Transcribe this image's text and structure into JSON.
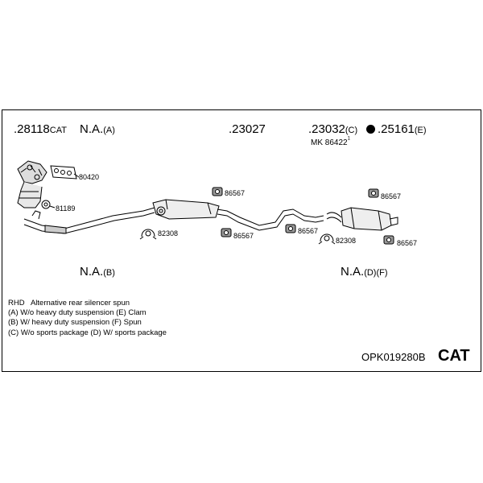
{
  "header": {
    "cat_part": ".28118",
    "cat_suffix": "CAT",
    "na_a": "N.A.",
    "na_a_suffix": "(A)",
    "part_23027": ".23027",
    "part_23032": ".23032",
    "part_23032_suffix": "(C)",
    "mk_label": "MK  86422",
    "mk_mark": "1",
    "part_25161": ".25161",
    "part_25161_suffix": "(E)"
  },
  "parts": {
    "p80420": "80420",
    "p81189": "81189",
    "p82308_left": "82308",
    "p86567_a": "86567",
    "p86567_b": "86567",
    "p86567_c": "86567",
    "p86567_d": "86567",
    "p82308_right": "82308",
    "p86567_e": "86567"
  },
  "labels": {
    "na_b": "N.A.",
    "na_b_suffix": "(B)",
    "na_df": "N.A.",
    "na_df_suffix": "(D)(F)"
  },
  "notes": [
    "RHD   Alternative rear silencer spun",
    "(A) W/o heavy duty suspension (E) Clam",
    "(B) W/ heavy duty suspension (F) Spun",
    "(C) W/o sports package (D) W/ sports package"
  ],
  "footer": {
    "code": "OPK019280B",
    "cat": "CAT"
  }
}
